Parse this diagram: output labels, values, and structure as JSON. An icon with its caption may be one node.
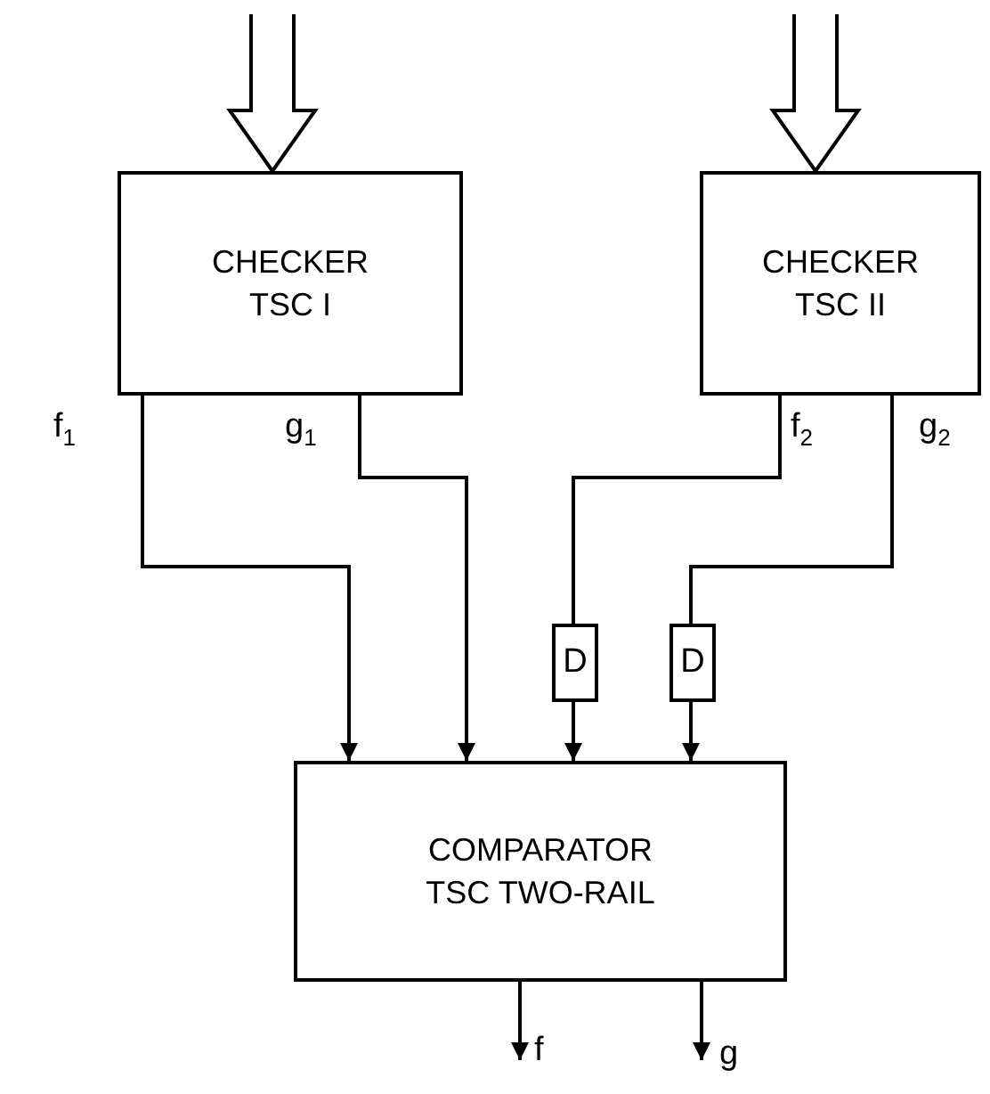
{
  "diagram": {
    "nodes": [
      {
        "text": [
          "CHECKER",
          "TSC I"
        ]
      },
      {
        "text": [
          "CHECKER",
          "TSC II"
        ]
      },
      {
        "text": [
          "D"
        ]
      },
      {
        "text": [
          "D"
        ]
      },
      {
        "text": [
          "COMPARATOR",
          "TSC TWO-RAIL"
        ]
      }
    ],
    "edges": [
      {
        "from": null,
        "to": 0,
        "arrow": "to",
        "style": "thick"
      },
      {
        "from": null,
        "to": 1,
        "arrow": "to",
        "style": "thick"
      },
      {
        "from": 0,
        "to": 4,
        "arrow": "to",
        "label": "f$_{1}$"
      },
      {
        "from": 0,
        "to": 4,
        "arrow": "to",
        "label": "g$_{1}$"
      },
      {
        "from": 1,
        "to": 2,
        "arrow": "none",
        "label": "f$_{2}$"
      },
      {
        "from": 2,
        "to": 4,
        "arrow": "to"
      },
      {
        "from": 1,
        "to": 3,
        "arrow": "none",
        "label": "g$_{2}$"
      },
      {
        "from": 3,
        "to": 4,
        "arrow": "to"
      },
      {
        "from": 4,
        "to": null,
        "arrow": "to",
        "label": "f"
      },
      {
        "from": 4,
        "to": null,
        "arrow": "to",
        "label": "g"
      }
    ]
  }
}
